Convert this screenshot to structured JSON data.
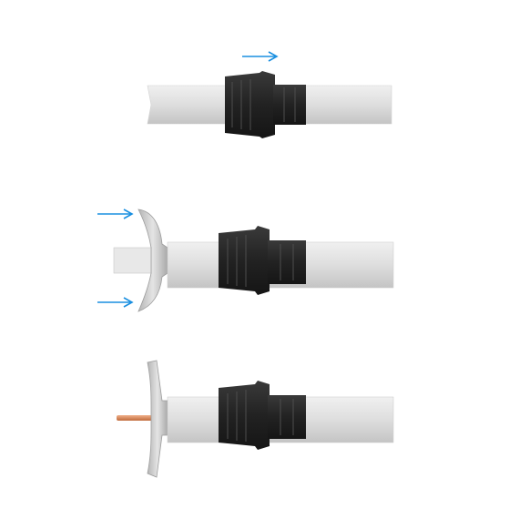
{
  "figure": {
    "steps": [
      {
        "step": 1,
        "arrows": 1,
        "braid_folded": false,
        "conductor_exposed": false
      },
      {
        "step": 2,
        "arrows": 2,
        "braid_folded": true,
        "conductor_exposed": false
      },
      {
        "step": 3,
        "arrows": 0,
        "braid_folded": true,
        "conductor_exposed": true
      }
    ],
    "colors": {
      "arrow": "#1a8fe0",
      "cable_jacket": "#dcdcdc",
      "cable_shadow": "#bdbdbd",
      "nut": "#2b2b2b",
      "nut_highlight": "#4a4a4a",
      "braid": "#c9c9c9",
      "dielectric": "#e6e6e6",
      "conductor": "#d98a5a"
    }
  }
}
